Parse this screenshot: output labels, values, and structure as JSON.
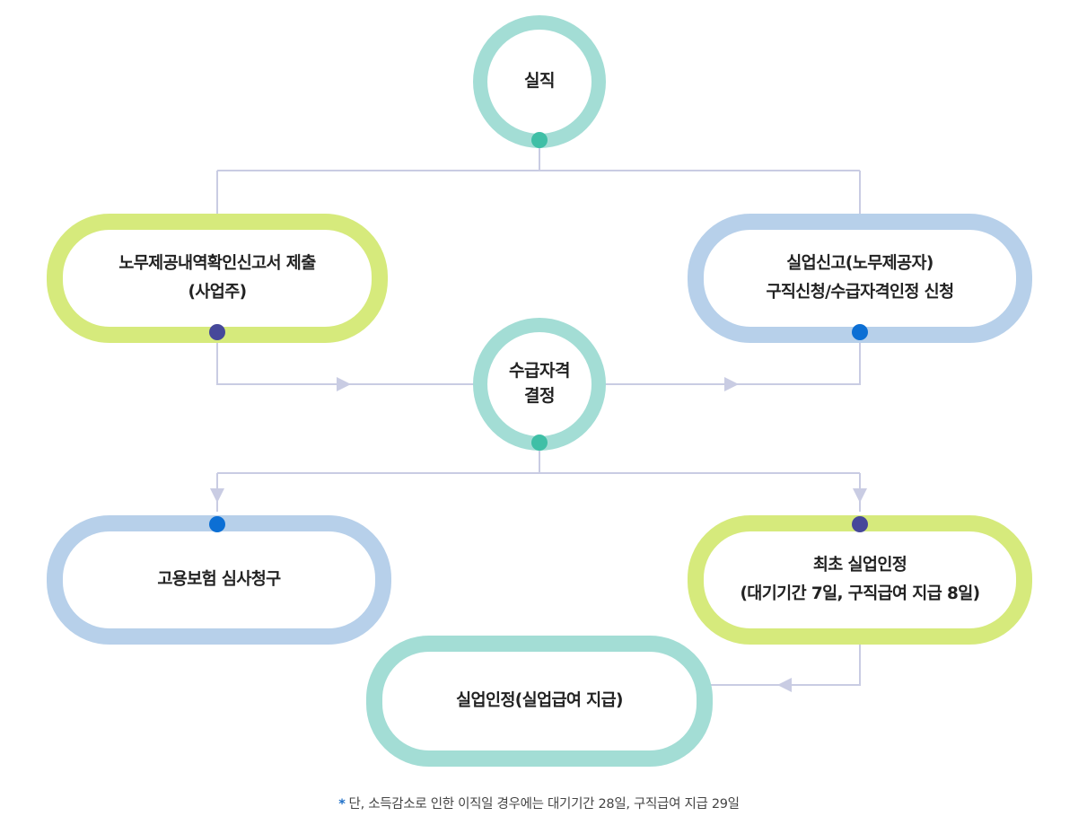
{
  "nodes": {
    "start": {
      "lines": [
        "실직"
      ]
    },
    "report_submit": {
      "lines": [
        "노무제공내역확인신고서 제출",
        "(사업주)"
      ]
    },
    "unemployment_report": {
      "lines": [
        "실업신고(노무제공자)",
        "구직신청/수급자격인정 신청"
      ]
    },
    "eligibility": {
      "lines": [
        "수급자격",
        "결정"
      ]
    },
    "appeal": {
      "lines": [
        "고용보험 심사청구"
      ]
    },
    "first_recognition": {
      "lines": [
        "최초 실업인정",
        "(대기기간 7일, 구직급여 지급 8일)"
      ]
    },
    "recognition": {
      "lines": [
        "실업인정(실업급여 지급)"
      ]
    }
  },
  "footnote": {
    "marker": "*",
    "text": "단, 소득감소로 인한 이직일 경우에는 대기기간 28일, 구직급여 지급 29일"
  },
  "colors": {
    "teal_ring": "#a3ddd5",
    "green_ring": "#d6ea7c",
    "blue_ring": "#b7d0ea",
    "connector": "#c9cce3",
    "dot_teal": "#3fbfa6",
    "dot_navy": "#46489a",
    "dot_blue": "#0c6fd4"
  }
}
